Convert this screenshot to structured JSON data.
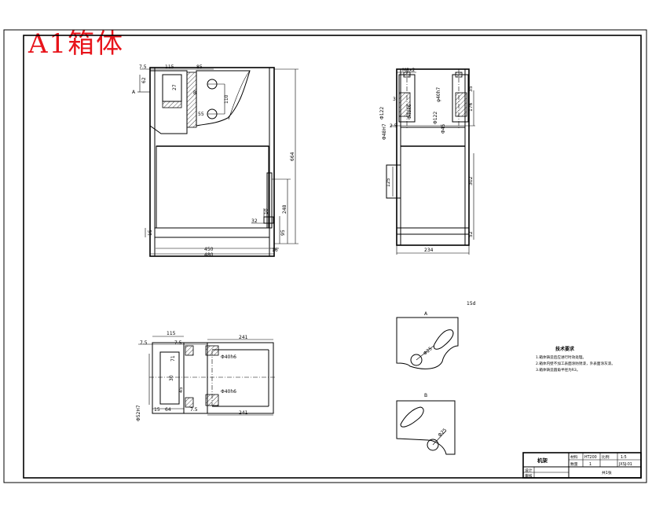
{
  "stamp": {
    "title": "A1箱体"
  },
  "views": {
    "front": {
      "dims": {
        "d7_5": "7.5",
        "d115": "115",
        "d85": "85",
        "d62": "62",
        "d27": "27",
        "d110": "110",
        "d55": "55",
        "d664": "664",
        "d248": "248",
        "d15a": "15",
        "d32": "32",
        "d10": "10",
        "d95": "95",
        "d15b": "15",
        "d450": "450",
        "d480": "480",
        "d16": "16"
      },
      "labels": {
        "a": "A",
        "b": "B"
      }
    },
    "side": {
      "dims": {
        "m8": "M8x2",
        "d3": "3",
        "d35": "35",
        "d176": "176",
        "tol_a": "Φ48H7",
        "tol_b": "Φ40k6",
        "tol_c": "Φ122",
        "d2_5": "2.5",
        "tol_d": "Φ45",
        "tol_e": "Φ122",
        "tol_f": "φ40h7",
        "d125": "125",
        "d302": "302",
        "d52": "52",
        "d234": "234"
      }
    },
    "top": {
      "dims": {
        "d115": "115",
        "d7_5a": "7.5",
        "d7_5b": "7.5",
        "d241a": "241",
        "d241b": "241",
        "d71": "71",
        "d30": "30",
        "tol_a": "Φ40h6",
        "tol_b": "Φ40h6",
        "tol_c": "Φ52H7",
        "d64": "64",
        "d15": "15",
        "d7_5c": "7.5",
        "d45": "45"
      }
    },
    "detailA": {
      "label": "A",
      "scale": "15d",
      "dim": "Φ25"
    },
    "detailB": {
      "label": "B",
      "dim": "Φ25"
    }
  },
  "notes": {
    "heading": "技术要求",
    "items": [
      "1.箱体铸造后应进行时效处理。",
      "2.箱体内壁不加工表面涂防锈漆，外表面涂灰漆。",
      "3.箱体铸造圆角半径为R3。"
    ]
  },
  "titleblock": {
    "name": "机架",
    "material_label": "材料",
    "material_value": "HT200",
    "scale_label": "比例",
    "scale_value": "1:5",
    "qty_label": "数量",
    "qty_value": "1",
    "drawing_no": "JXSJ-01",
    "sheet": "共1张",
    "designer": "设计",
    "checker": "审核"
  }
}
